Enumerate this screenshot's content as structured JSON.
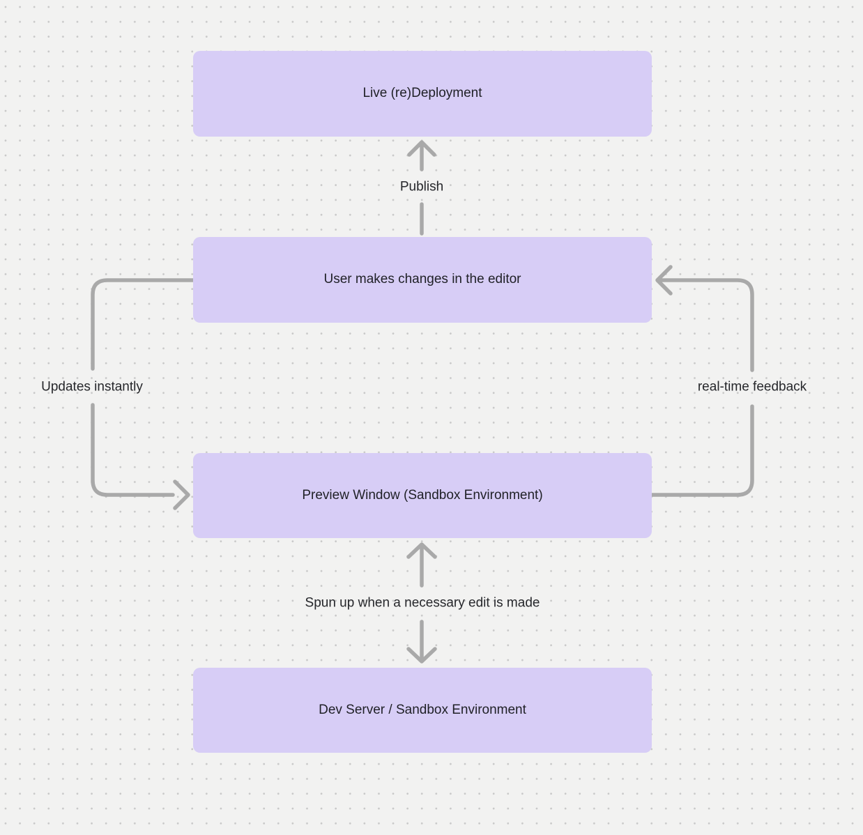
{
  "diagram": {
    "nodes": [
      {
        "id": "live-redeployment",
        "label": "Live (re)Deployment"
      },
      {
        "id": "user-editor",
        "label": "User makes changes in the editor"
      },
      {
        "id": "preview-window",
        "label": "Preview Window (Sandbox Environment)"
      },
      {
        "id": "dev-server",
        "label": "Dev Server / Sandbox Environment"
      }
    ],
    "edges": [
      {
        "id": "publish",
        "label": "Publish",
        "from": "user-editor",
        "to": "live-redeployment",
        "direction": "up"
      },
      {
        "id": "updates-instantly",
        "label": "Updates instantly",
        "from": "user-editor",
        "to": "preview-window",
        "direction": "down-left-loop"
      },
      {
        "id": "realtime-feedback",
        "label": "real-time feedback",
        "from": "preview-window",
        "to": "user-editor",
        "direction": "up-right-loop"
      },
      {
        "id": "spun-up",
        "label": "Spun up when a necessary edit is made",
        "from": "preview-window",
        "to": "dev-server",
        "direction": "bidirectional"
      }
    ],
    "colors": {
      "background": "#f2f2f1",
      "dot": "#c8c8c8",
      "node_fill": "#d7cdf6",
      "node_text": "#1f2026",
      "arrow": "#a9a9a9",
      "label_text": "#26272b"
    }
  }
}
